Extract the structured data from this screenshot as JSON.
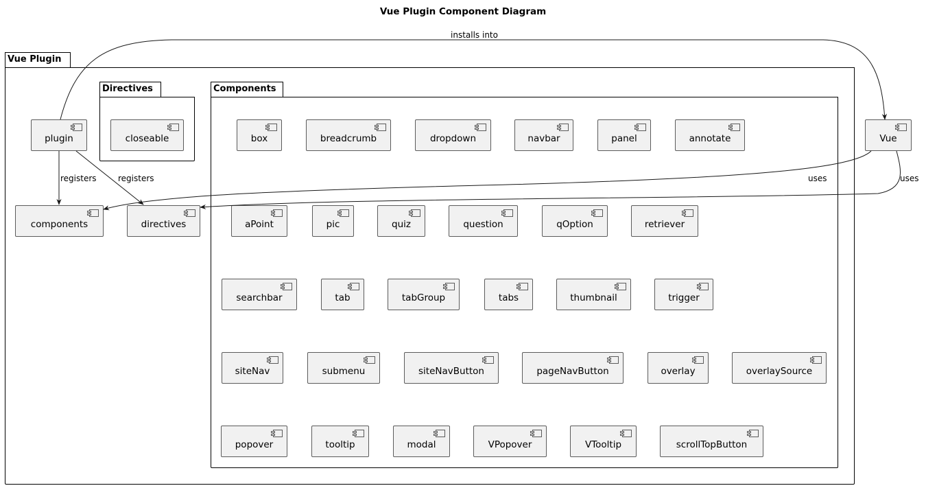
{
  "title": "Vue Plugin Component Diagram",
  "packages": {
    "vue_plugin": "Vue Plugin",
    "directives": "Directives",
    "components": "Components"
  },
  "nodes": {
    "plugin": "plugin",
    "closeable": "closeable",
    "components": "components",
    "directives": "directives",
    "vue": "Vue"
  },
  "component_rows": [
    [
      "box",
      "breadcrumb",
      "dropdown",
      "navbar",
      "panel",
      "annotate"
    ],
    [
      "aPoint",
      "pic",
      "quiz",
      "question",
      "qOption",
      "retriever"
    ],
    [
      "searchbar",
      "tab",
      "tabGroup",
      "tabs",
      "thumbnail",
      "trigger"
    ],
    [
      "siteNav",
      "submenu",
      "siteNavButton",
      "pageNavButton",
      "overlay",
      "overlaySource"
    ],
    [
      "popover",
      "tooltip",
      "modal",
      "VPopover",
      "VTooltip",
      "scrollTopButton"
    ]
  ],
  "edges": {
    "installs_into": "installs into",
    "registers_components": "registers",
    "registers_directives": "registers",
    "uses_components": "uses",
    "uses_directives": "uses"
  },
  "colors": {
    "node_fill": "#f1f1f1",
    "node_border": "#5b5b5b",
    "line": "#181818"
  }
}
